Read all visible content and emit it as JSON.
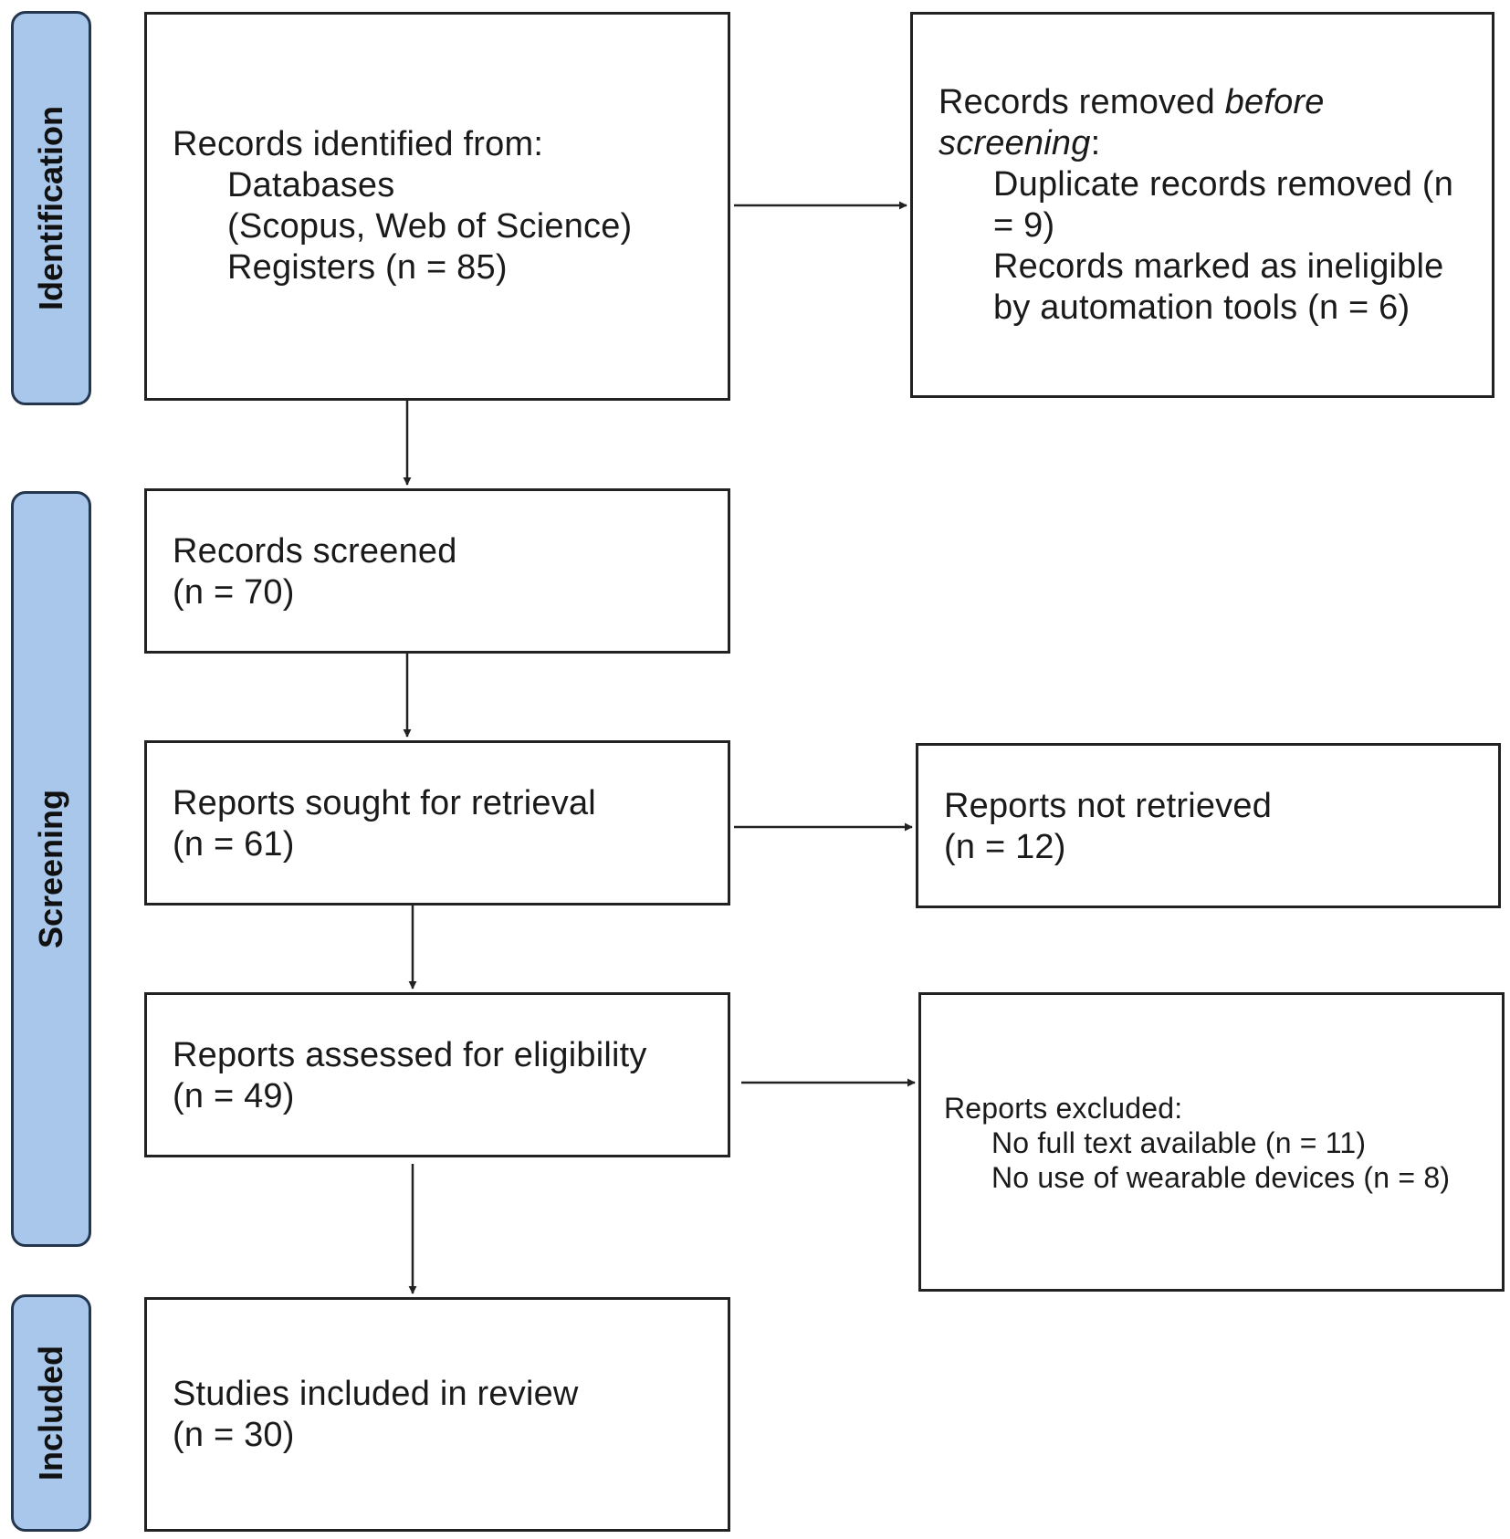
{
  "stages": {
    "identification": "Identification",
    "screening": "Screening",
    "included": "Included"
  },
  "identified": {
    "title": "Records identified from:",
    "databases": "Databases",
    "sources": "(Scopus, Web of Science)",
    "registers": "Registers (n = 85)"
  },
  "removed": {
    "title_start": "Records removed ",
    "title_italic": "before",
    "title_italic2": "screening",
    "title_colon": ":",
    "duplicates_1": "Duplicate records removed (n",
    "duplicates_2": "= 9)",
    "ineligible_1": "Records marked as ineligible",
    "ineligible_2": "by automation tools (n = 6)"
  },
  "screened": {
    "title": "Records screened",
    "count": "(n = 70)"
  },
  "sought": {
    "title": "Reports sought for retrieval",
    "count": "(n = 61)"
  },
  "not_retrieved": {
    "title": "Reports not retrieved",
    "count": "(n = 12)"
  },
  "assessed": {
    "title": "Reports assessed for eligibility",
    "count": "(n = 49)"
  },
  "excluded": {
    "title": "Reports excluded:",
    "reason_1": "No full text available (n = 11)",
    "reason_2": "No use of wearable devices (n = 8)"
  },
  "included_box": {
    "title": "Studies included in review",
    "count": "(n = 30)"
  }
}
